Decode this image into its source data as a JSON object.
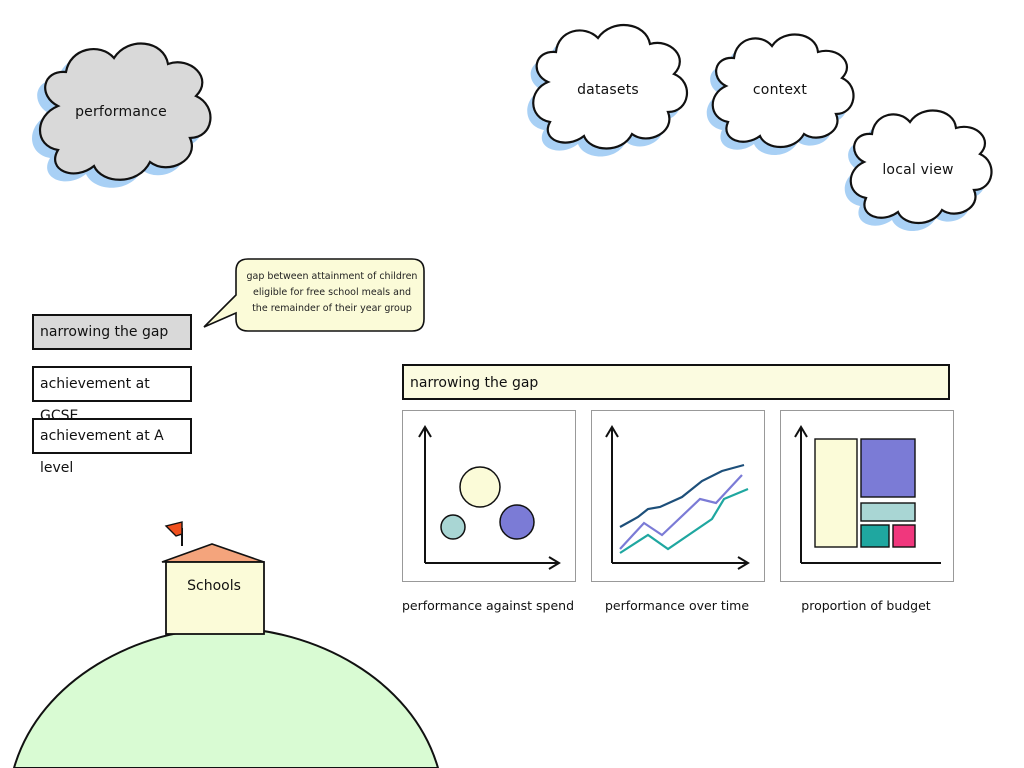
{
  "clouds": {
    "performance": {
      "label": "performance",
      "active": true
    },
    "datasets": {
      "label": "datasets"
    },
    "context": {
      "label": "context"
    },
    "local_view": {
      "label": "local view"
    }
  },
  "nav": {
    "items": [
      {
        "label": "narrowing the gap",
        "active": true
      },
      {
        "label": "achievement at GCSE"
      },
      {
        "label": "achievement at A level"
      }
    ]
  },
  "tooltip": {
    "text": "gap between attainment of children eligible for free school meals and the remainder of their year group"
  },
  "panel": {
    "title": "narrowing the gap",
    "charts": [
      {
        "caption": "performance against spend",
        "icon": "bubble-chart-icon"
      },
      {
        "caption": "performance over time",
        "icon": "line-chart-icon"
      },
      {
        "caption": "proportion of budget",
        "icon": "treemap-icon"
      }
    ]
  },
  "schools": {
    "label": "Schools"
  },
  "colors": {
    "cloud_shadow": "#a8d0f5",
    "active_gray": "#d9d9d9",
    "panel_bg": "#fbfbe0",
    "hill": "#d9fbd3",
    "roof": "#f4a47c",
    "flag": "#f0501e",
    "purple": "#7b7bd6",
    "teal_light": "#a9d6d4",
    "teal": "#1fa7a0",
    "navy": "#1d4f7a",
    "cream": "#fbfbd8",
    "pink": "#f0377d"
  }
}
